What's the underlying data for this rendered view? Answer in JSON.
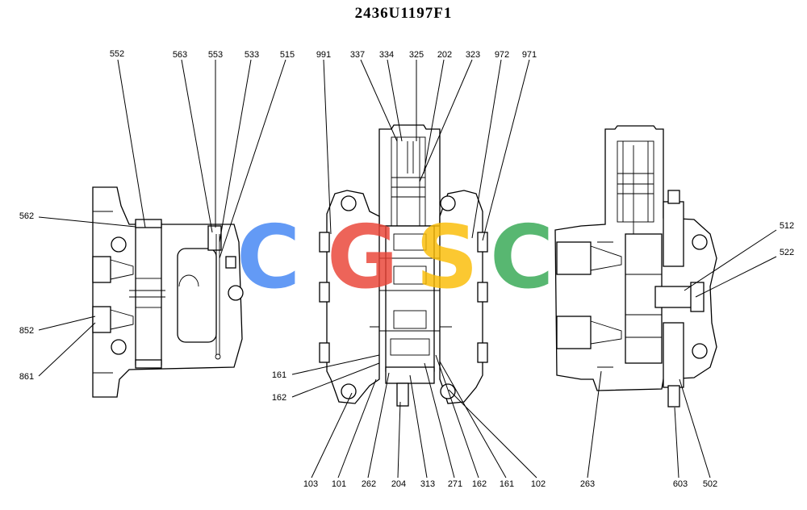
{
  "drawing": {
    "title": "2436U1197F1",
    "watermark": {
      "letters": [
        "C",
        "G",
        "S",
        "C"
      ],
      "colors": [
        "#4285F4",
        "#EA4335",
        "#FBBC05",
        "#34A853"
      ]
    },
    "callouts": {
      "top_left": [
        "552",
        "563",
        "553",
        "533",
        "515"
      ],
      "top_center": [
        "991",
        "337",
        "334",
        "325",
        "202",
        "323",
        "972",
        "971"
      ],
      "left_side": [
        "562",
        "852",
        "861"
      ],
      "right_side": [
        "512",
        "522"
      ],
      "center_mid": [
        "161",
        "162"
      ],
      "bottom_center": [
        "103",
        "101",
        "262",
        "204",
        "313",
        "271",
        "162",
        "161",
        "102"
      ],
      "bottom_right": [
        "263",
        "603",
        "502"
      ]
    }
  }
}
